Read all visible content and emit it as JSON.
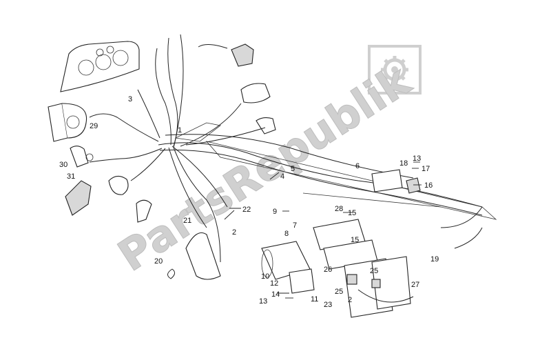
{
  "watermark": {
    "text": "PartsRepublik",
    "icon": "gear-icon",
    "color": "#c9c9c9"
  },
  "callouts": [
    {
      "id": "c1",
      "label": "1"
    },
    {
      "id": "c2",
      "label": "2"
    },
    {
      "id": "c2b",
      "label": "2"
    },
    {
      "id": "c3",
      "label": "3"
    },
    {
      "id": "c4",
      "label": "4"
    },
    {
      "id": "c5",
      "label": "5"
    },
    {
      "id": "c6",
      "label": "6"
    },
    {
      "id": "c7",
      "label": "7"
    },
    {
      "id": "c8",
      "label": "8"
    },
    {
      "id": "c9",
      "label": "9"
    },
    {
      "id": "c10",
      "label": "10"
    },
    {
      "id": "c11",
      "label": "11"
    },
    {
      "id": "c12",
      "label": "12"
    },
    {
      "id": "c13a",
      "label": "13"
    },
    {
      "id": "c13b",
      "label": "13"
    },
    {
      "id": "c14",
      "label": "14"
    },
    {
      "id": "c15a",
      "label": "15"
    },
    {
      "id": "c15b",
      "label": "15"
    },
    {
      "id": "c16",
      "label": "16"
    },
    {
      "id": "c17",
      "label": "17"
    },
    {
      "id": "c18",
      "label": "18"
    },
    {
      "id": "c19",
      "label": "19"
    },
    {
      "id": "c20",
      "label": "20"
    },
    {
      "id": "c21",
      "label": "21"
    },
    {
      "id": "c22",
      "label": "22"
    },
    {
      "id": "c23",
      "label": "23"
    },
    {
      "id": "c25a",
      "label": "25"
    },
    {
      "id": "c25b",
      "label": "25"
    },
    {
      "id": "c26",
      "label": "26"
    },
    {
      "id": "c27",
      "label": "27"
    },
    {
      "id": "c28",
      "label": "28"
    },
    {
      "id": "c29",
      "label": "29"
    },
    {
      "id": "c30",
      "label": "30"
    },
    {
      "id": "c31",
      "label": "31"
    }
  ]
}
